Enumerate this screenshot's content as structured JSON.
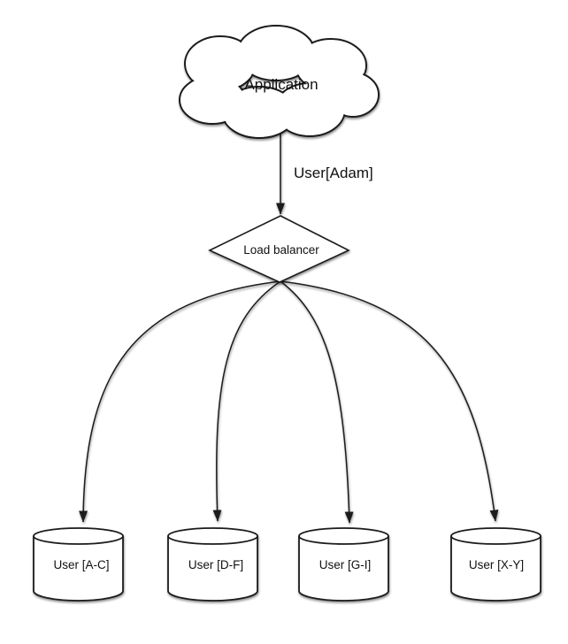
{
  "diagram": {
    "background_color": "#ffffff",
    "shape_fill_color": "#ffffff",
    "stroke_color": "#1a1a1a",
    "text_color": "#111111",
    "nodes": {
      "application": {
        "label": "Application",
        "shape": "cloud"
      },
      "load_balancer": {
        "label": "Load balancer",
        "shape": "diamond"
      },
      "shards": [
        {
          "label": "User [A-C]",
          "shape": "cylinder"
        },
        {
          "label": "User [D-F]",
          "shape": "cylinder"
        },
        {
          "label": "User [G-I]",
          "shape": "cylinder"
        },
        {
          "label": "User [X-Y]",
          "shape": "cylinder"
        }
      ]
    },
    "edges": {
      "request": {
        "label": "User[Adam]",
        "from": "application",
        "to": "load_balancer"
      },
      "routes": [
        {
          "from": "load_balancer",
          "to": "User [A-C]"
        },
        {
          "from": "load_balancer",
          "to": "User [D-F]"
        },
        {
          "from": "load_balancer",
          "to": "User [G-I]"
        },
        {
          "from": "load_balancer",
          "to": "User [X-Y]"
        }
      ]
    }
  }
}
